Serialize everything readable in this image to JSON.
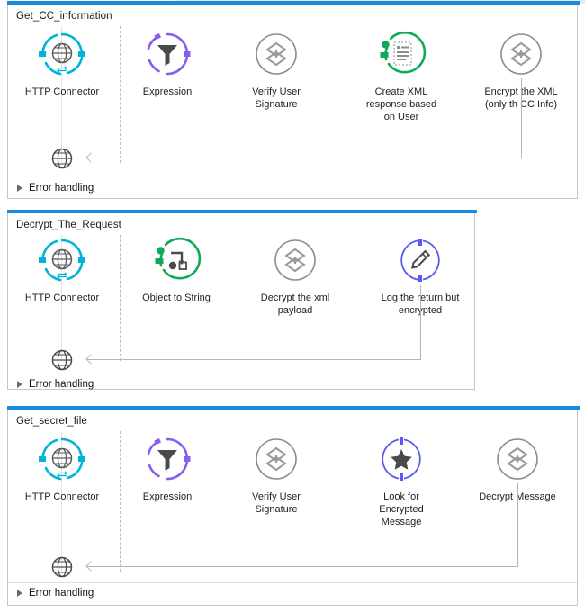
{
  "colors": {
    "section_accent": "#1a8bdc",
    "http_connector": "#00b4d8",
    "expression": "#8a5cf0",
    "transform_green": "#0fa958",
    "gray_node": "#8d8d8d",
    "logger_blue": "#5a5af0",
    "arrow": "#1a1a1a",
    "return_path": "#b6b6b6",
    "card_border": "#c8c8c8"
  },
  "flows": [
    {
      "title": "Get_CC_information",
      "error_handling_label": "Error handling",
      "error_handling_expanded": false,
      "source": {
        "label": "HTTP Connector",
        "icon": "globe-icon",
        "type": "http-connector"
      },
      "return_icon": "globe-icon",
      "nodes": [
        {
          "label": "Expression",
          "icon": "filter-icon",
          "type": "expression"
        },
        {
          "label": "Verify User\nSignature",
          "icon": "security-diamond-icon",
          "type": "security"
        },
        {
          "label": "Create XML\nresponse based\non User",
          "icon": "document-lines-icon",
          "type": "transform"
        },
        {
          "label": "Encrypt the XML\n(only th CC Info)",
          "icon": "security-diamond-icon",
          "type": "security"
        }
      ]
    },
    {
      "title": "Decrypt_The_Request",
      "error_handling_label": "Error handling",
      "error_handling_expanded": false,
      "source": {
        "label": "HTTP Connector",
        "icon": "globe-icon",
        "type": "http-connector"
      },
      "return_icon": "globe-icon",
      "nodes": [
        {
          "label": "Object to String",
          "icon": "object-transform-icon",
          "type": "transform"
        },
        {
          "label": "Decrypt the xml\npayload",
          "icon": "security-diamond-icon",
          "type": "security"
        },
        {
          "label": "Log the return but\nencrypted",
          "icon": "pencil-icon",
          "type": "logger"
        }
      ]
    },
    {
      "title": "Get_secret_file",
      "error_handling_label": "Error handling",
      "error_handling_expanded": false,
      "source": {
        "label": "HTTP Connector",
        "icon": "globe-icon",
        "type": "http-connector"
      },
      "return_icon": "globe-icon",
      "nodes": [
        {
          "label": "Expression",
          "icon": "filter-icon",
          "type": "expression"
        },
        {
          "label": "Verify User\nSignature",
          "icon": "security-diamond-icon",
          "type": "security"
        },
        {
          "label": "Look for\nEncrypted\nMessage",
          "icon": "star-icon",
          "type": "logger-star"
        },
        {
          "label": "Decrypt Message",
          "icon": "security-diamond-icon",
          "type": "security"
        }
      ]
    }
  ]
}
